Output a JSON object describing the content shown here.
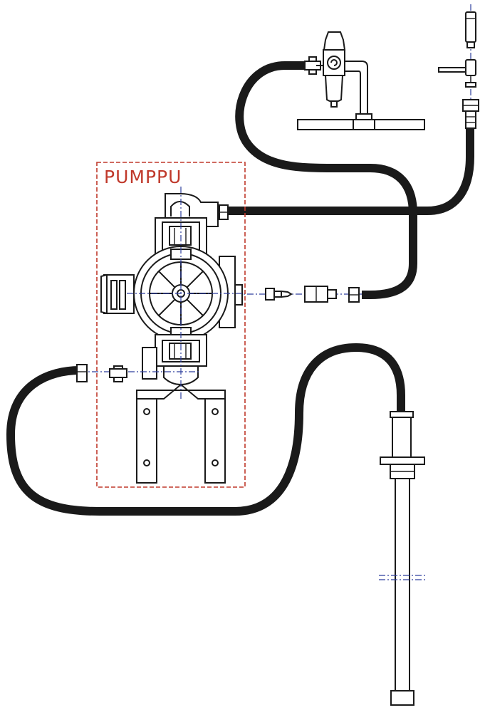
{
  "diagram": {
    "pump_label": "PUMPPU",
    "colors": {
      "line": "#1a1a1a",
      "hose": "#1a1a1a",
      "axis": "#2e3f9e",
      "pump_boundary": "#c0392b",
      "background": "#ffffff"
    },
    "components": [
      "air-regulator",
      "ball-valve",
      "air-inlet-hose",
      "diaphragm-pump",
      "suction-hose",
      "discharge-hose",
      "suction-tube",
      "hose-couplings"
    ]
  }
}
